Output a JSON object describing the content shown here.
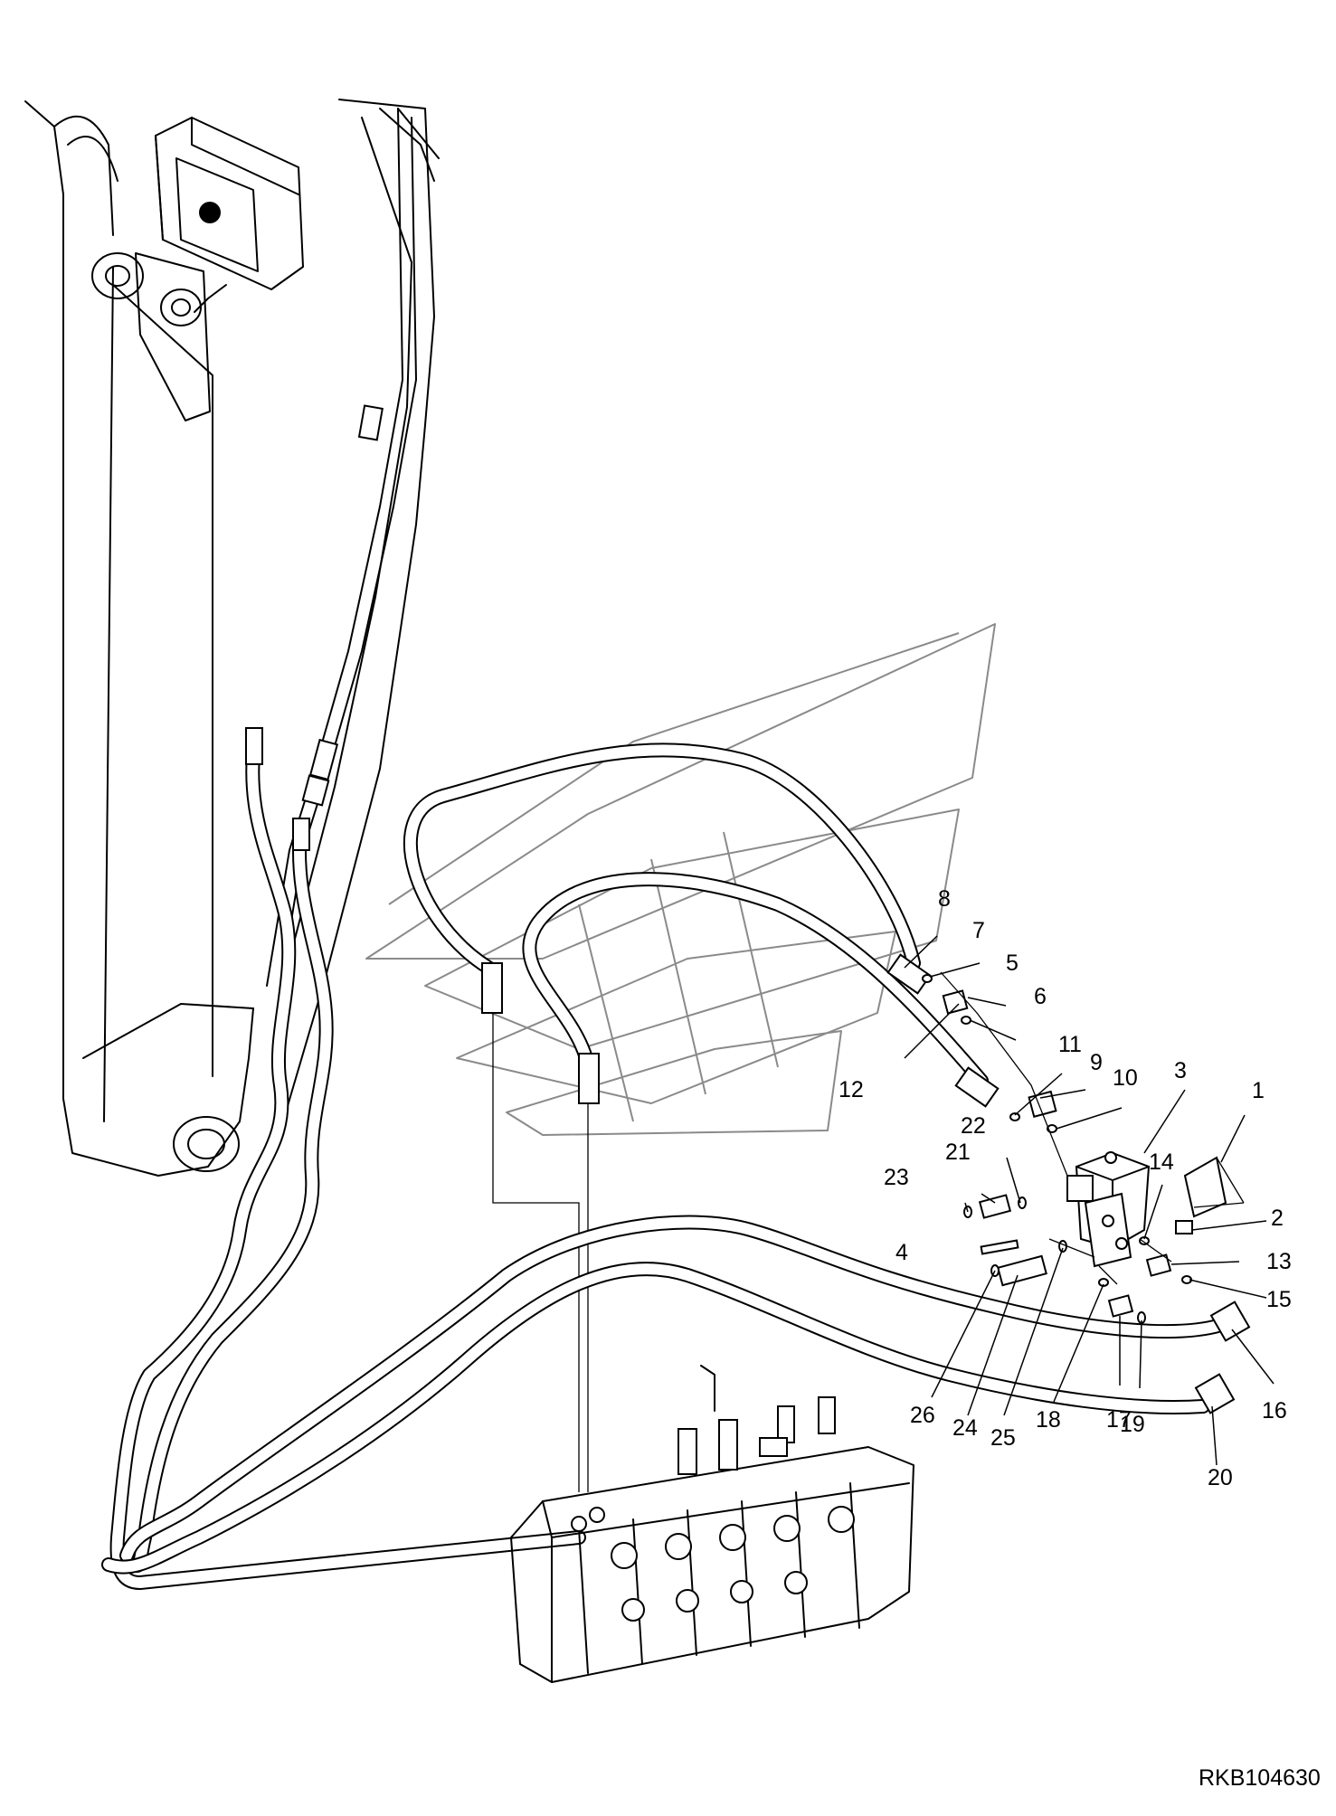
{
  "diagram": {
    "drawing_code": "RKB104630",
    "callouts": [
      {
        "id": "c1",
        "label": "1"
      },
      {
        "id": "c2",
        "label": "2"
      },
      {
        "id": "c3",
        "label": "3"
      },
      {
        "id": "c4",
        "label": "4"
      },
      {
        "id": "c5",
        "label": "5"
      },
      {
        "id": "c6",
        "label": "6"
      },
      {
        "id": "c7",
        "label": "7"
      },
      {
        "id": "c8",
        "label": "8"
      },
      {
        "id": "c9",
        "label": "9"
      },
      {
        "id": "c10",
        "label": "10"
      },
      {
        "id": "c11",
        "label": "11"
      },
      {
        "id": "c12",
        "label": "12"
      },
      {
        "id": "c13",
        "label": "13"
      },
      {
        "id": "c14",
        "label": "14"
      },
      {
        "id": "c15",
        "label": "15"
      },
      {
        "id": "c16",
        "label": "16"
      },
      {
        "id": "c17",
        "label": "17"
      },
      {
        "id": "c18",
        "label": "18"
      },
      {
        "id": "c19",
        "label": "19"
      },
      {
        "id": "c20",
        "label": "20"
      },
      {
        "id": "c21",
        "label": "21"
      },
      {
        "id": "c22",
        "label": "22"
      },
      {
        "id": "c23",
        "label": "23"
      },
      {
        "id": "c24",
        "label": "24"
      },
      {
        "id": "c25",
        "label": "25"
      },
      {
        "id": "c26",
        "label": "26"
      }
    ]
  }
}
